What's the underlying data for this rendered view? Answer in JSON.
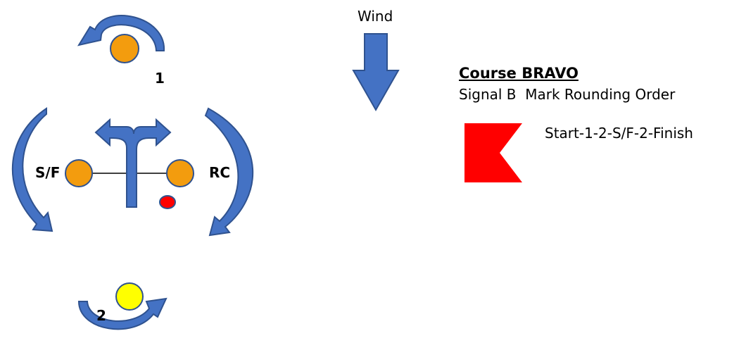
{
  "wind_label": "Wind",
  "marks": {
    "mark1": "1",
    "mark2": "2",
    "start_finish": "S/F",
    "race_committee": "RC"
  },
  "course": {
    "title": "Course BRAVO",
    "signal_label": "Signal B",
    "order_label": "Mark Rounding Order",
    "rounding_order": "Start-1-2-S/F-2-Finish"
  },
  "colors": {
    "arrow_fill": "#4472C4",
    "arrow_stroke": "#2F528F",
    "mark_orange": "#F39C0E",
    "mark_yellow": "#FFFF00",
    "red_mark": "#FF0000",
    "flag_red": "#FF0000"
  },
  "icons": {
    "wind_arrow": "down-arrow-icon",
    "flag": "signal-flag-b-icon"
  }
}
